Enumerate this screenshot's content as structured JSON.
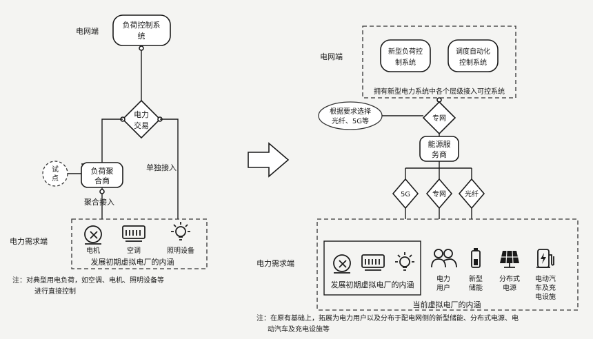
{
  "left": {
    "grid_label": "电网端",
    "top_box_line1": "负荷控制系",
    "top_box_line2": "统",
    "diamond_line1": "电力",
    "diamond_line2": "交易",
    "note_circle_line1": "试",
    "note_circle_line2": "点",
    "mid_box_line1": "负荷聚",
    "mid_box_line2": "合商",
    "aggregate_label": "聚合接入",
    "single_label": "单独接入",
    "demand_label": "电力需求端",
    "devices": [
      {
        "icon": "motor-icon",
        "label": "电机"
      },
      {
        "icon": "air-conditioner-icon",
        "label": "空调"
      },
      {
        "icon": "lighting-icon",
        "label": "照明设备"
      }
    ],
    "inner_caption": "发展初期虚拟电厂的内涵",
    "note_line1": "注：对典型用电负荷，如空调、电机、照明设备等",
    "note_line2": "进行直接控制"
  },
  "right": {
    "grid_label": "电网端",
    "system1_line1": "新型负荷控",
    "system1_line2": "制系统",
    "system2_line1": "调度自动化",
    "system2_line2": "控制系统",
    "grid_caption": "拥有新型电力系统中各个层级接入可控系统",
    "ellipse_line1": "根据要求选择",
    "ellipse_line2": "光纤、5G等",
    "diamond_label": "专网",
    "mid_box_line1": "能源服",
    "mid_box_line2": "务商",
    "channels": [
      "5G",
      "专网",
      "光纤"
    ],
    "demand_label": "电力需求端",
    "inner_caption": "发展初期虚拟电厂的内涵",
    "devices": [
      {
        "icon": "users-icon",
        "line1": "电力",
        "line2": "用户"
      },
      {
        "icon": "battery-icon",
        "line1": "新型",
        "line2": "储能"
      },
      {
        "icon": "solar-panel-icon",
        "line1": "分布式",
        "line2": "电源"
      },
      {
        "icon": "ev-charger-icon",
        "line1": "电动汽",
        "line2": "车及充",
        "line3": "电设施"
      }
    ],
    "outer_caption": "当前虚拟电厂的内涵",
    "note_line1": "注：在原有基础上，拓展为电力用户以及分布于配电网侧的新型储能、分布式电源、电",
    "note_line2": "动汽车及充电设施等"
  },
  "arrow": {
    "icon": "right-arrow-icon"
  }
}
